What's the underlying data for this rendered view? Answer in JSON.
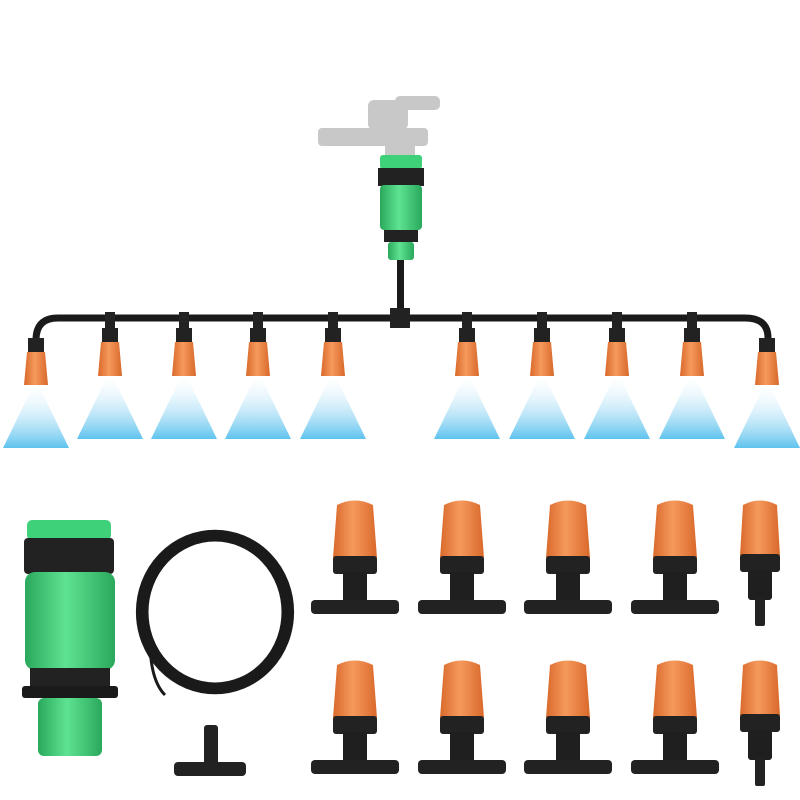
{
  "colors": {
    "background": "#ffffff",
    "tube": "#1a1a1a",
    "nozzle_orange": "#f08a4b",
    "nozzle_orange_dark": "#d9692b",
    "connector_green": "#3fd17a",
    "connector_green_dark": "#2aa85c",
    "spray_blue": "#5fc3ee",
    "faucet_gray": "#c8c8c8",
    "fitting_black": "#222222"
  },
  "assembly": {
    "nozzle_count": 10
  },
  "parts": {
    "loose_nozzle_rows": 2,
    "loose_nozzle_columns": 5
  }
}
